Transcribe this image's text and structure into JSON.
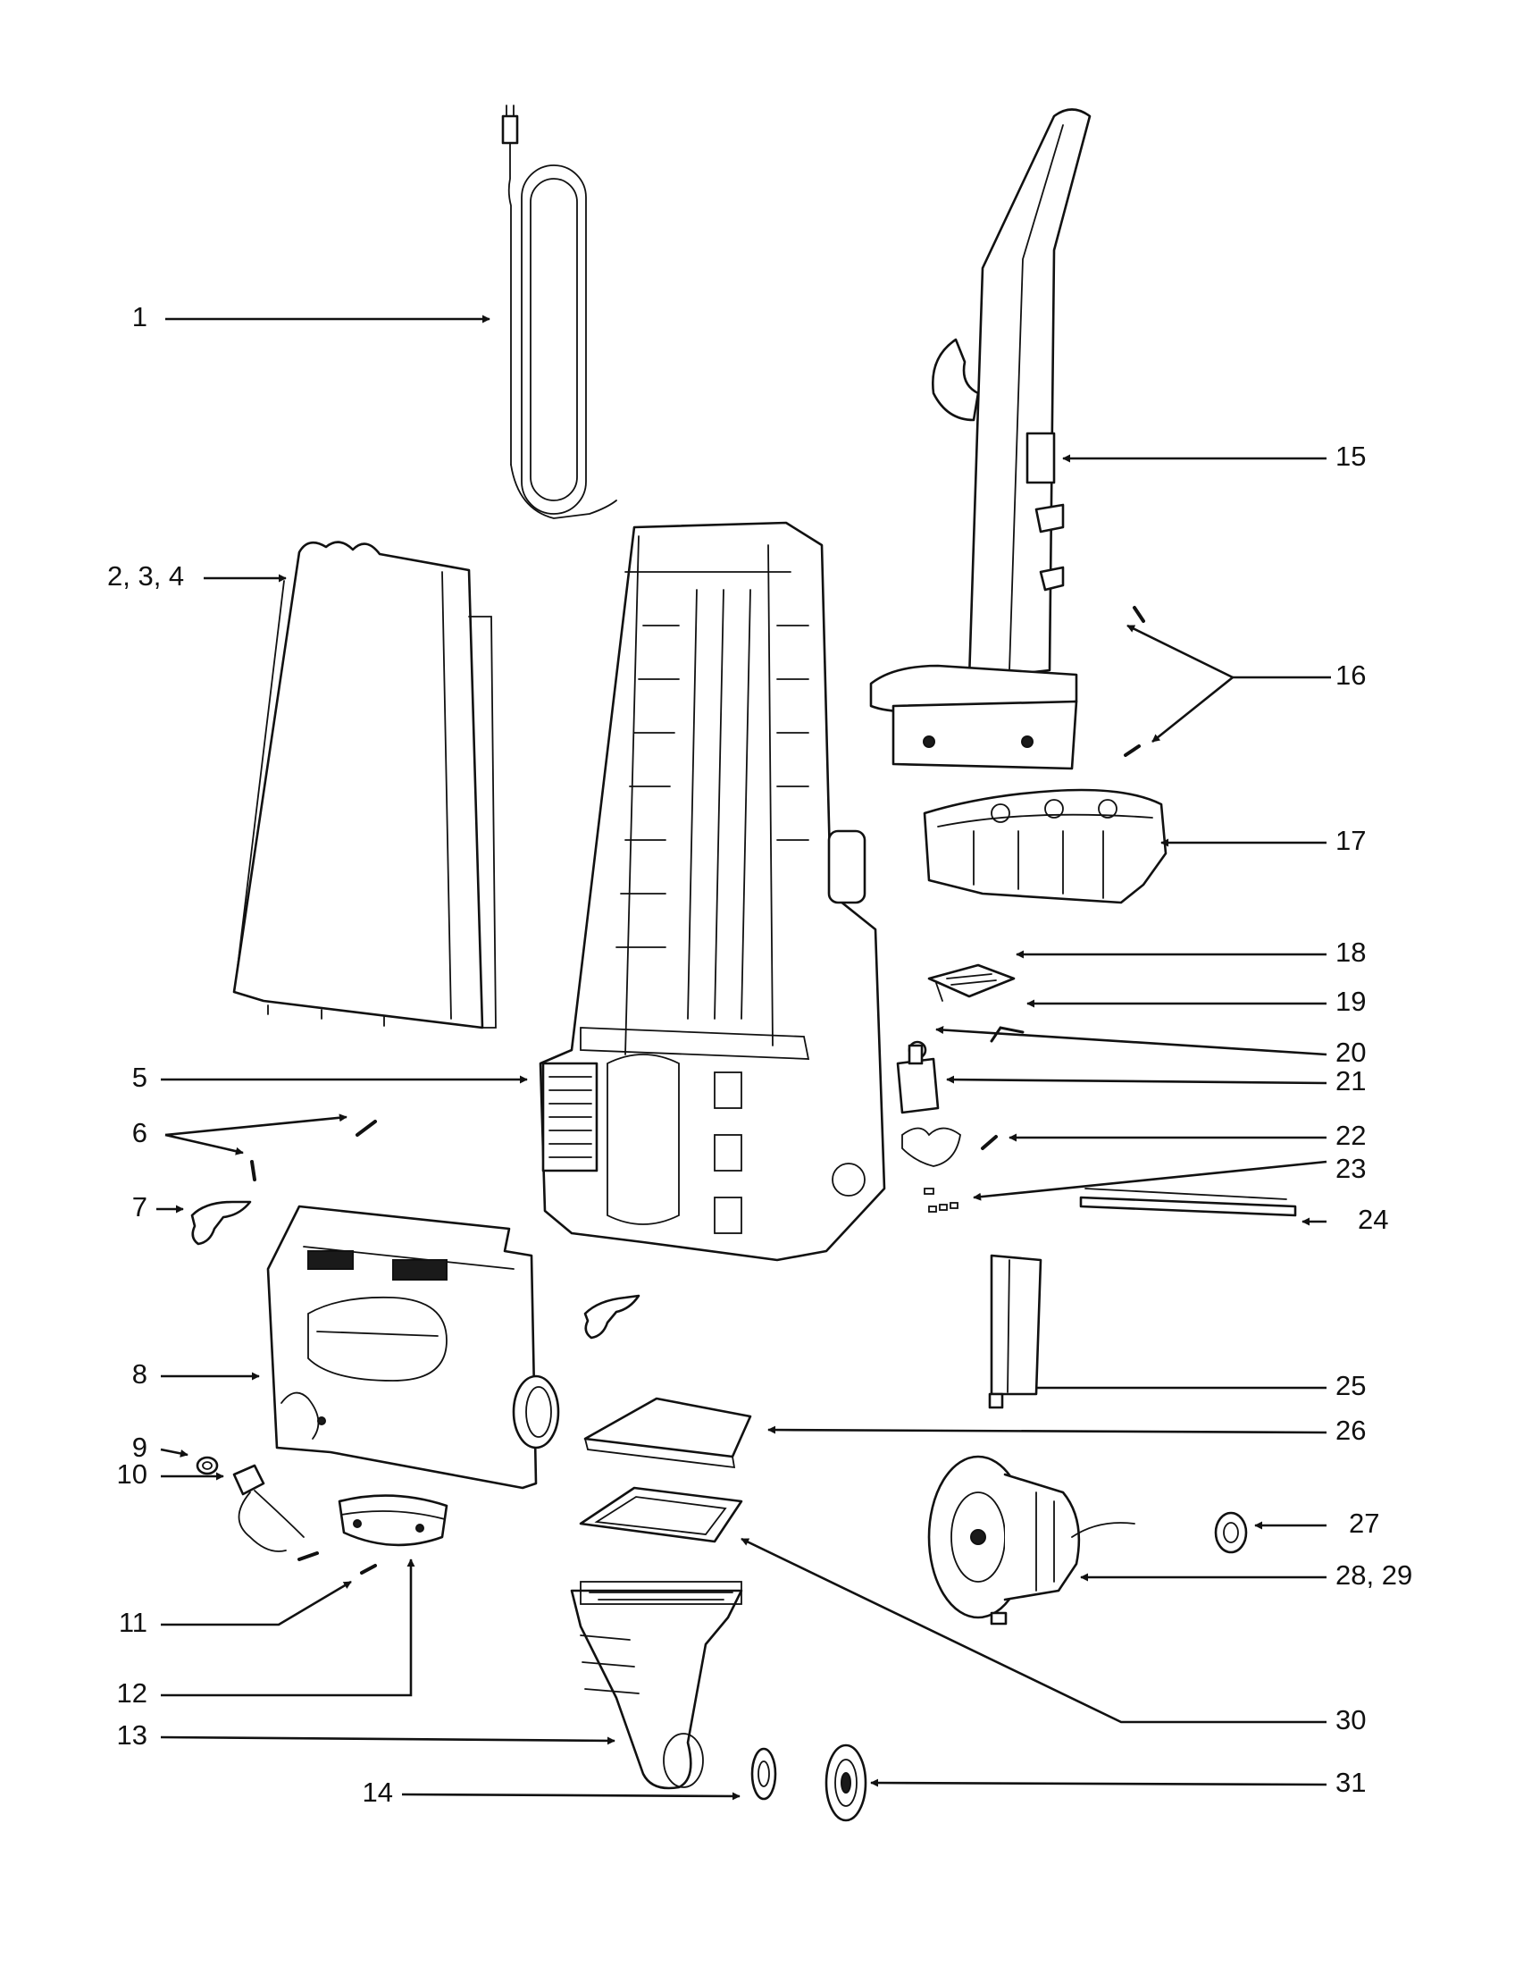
{
  "diagram": {
    "labels": {
      "l1": "1",
      "l234": "2, 3, 4",
      "l5": "5",
      "l6": "6",
      "l7": "7",
      "l8": "8",
      "l9": "9",
      "l10": "10",
      "l11": "11",
      "l12": "12",
      "l13": "13",
      "l14": "14",
      "l15": "15",
      "l16": "16",
      "l17": "17",
      "l18": "18",
      "l19": "19",
      "l20": "20",
      "l21": "21",
      "l22": "22",
      "l23": "23",
      "l24": "24",
      "l25": "25",
      "l26": "26",
      "l27": "27",
      "l2829": "28, 29",
      "l30": "30",
      "l31": "31"
    },
    "colors": {
      "ink": "#111111",
      "paper": "#ffffff"
    }
  }
}
